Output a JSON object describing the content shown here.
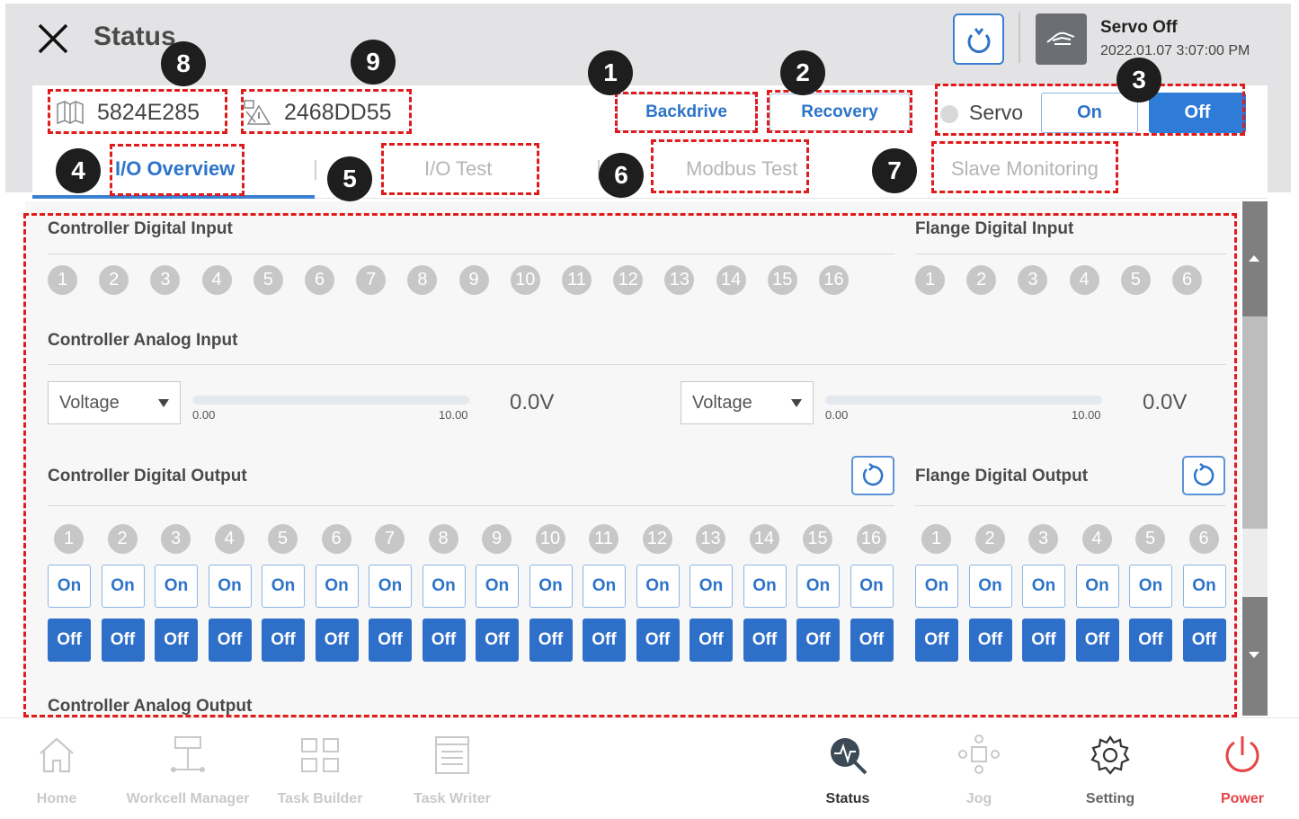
{
  "header": {
    "title": "Status",
    "servo_status": "Servo Off",
    "timestamp": "2022.01.07 3:07:00 PM"
  },
  "infobar": {
    "id1": "5824E285",
    "id2": "2468DD55",
    "backdrive_label": "Backdrive",
    "recovery_label": "Recovery",
    "servo_label": "Servo",
    "servo_on_label": "On",
    "servo_off_label": "Off"
  },
  "tabs": [
    {
      "label": "I/O Overview",
      "active": true
    },
    {
      "label": "I/O Test"
    },
    {
      "label": "Modbus Test"
    },
    {
      "label": "Slave Monitoring"
    }
  ],
  "callouts": [
    "1",
    "2",
    "3",
    "4",
    "5",
    "6",
    "7",
    "8",
    "9"
  ],
  "sections": {
    "controller_digital_input": "Controller Digital Input",
    "flange_digital_input": "Flange Digital Input",
    "controller_analog_input": "Controller Analog Input",
    "controller_digital_output": "Controller Digital Output",
    "flange_digital_output": "Flange Digital Output",
    "controller_analog_output": "Controller Analog Output"
  },
  "controller_inputs": [
    "1",
    "2",
    "3",
    "4",
    "5",
    "6",
    "7",
    "8",
    "9",
    "10",
    "11",
    "12",
    "13",
    "14",
    "15",
    "16"
  ],
  "flange_inputs": [
    "1",
    "2",
    "3",
    "4",
    "5",
    "6"
  ],
  "analog_inputs": [
    {
      "mode": "Voltage",
      "min": "0.00",
      "max": "10.00",
      "value": "0.0V"
    },
    {
      "mode": "Voltage",
      "min": "0.00",
      "max": "10.00",
      "value": "0.0V"
    }
  ],
  "output_on_label": "On",
  "output_off_label": "Off",
  "nav": [
    {
      "label": "Home",
      "icon": "home-icon"
    },
    {
      "label": "Workcell Manager",
      "icon": "workcell-icon"
    },
    {
      "label": "Task Builder",
      "icon": "task-builder-icon"
    },
    {
      "label": "Task Writer",
      "icon": "task-writer-icon"
    },
    {
      "label": "Status",
      "icon": "status-icon",
      "active": true
    },
    {
      "label": "Jog",
      "icon": "jog-icon"
    },
    {
      "label": "Setting",
      "icon": "gear-icon"
    },
    {
      "label": "Power",
      "icon": "power-icon"
    }
  ],
  "colors": {
    "accent": "#2e7bd8",
    "highlight": "#e01b1b",
    "power": "#e54545"
  }
}
